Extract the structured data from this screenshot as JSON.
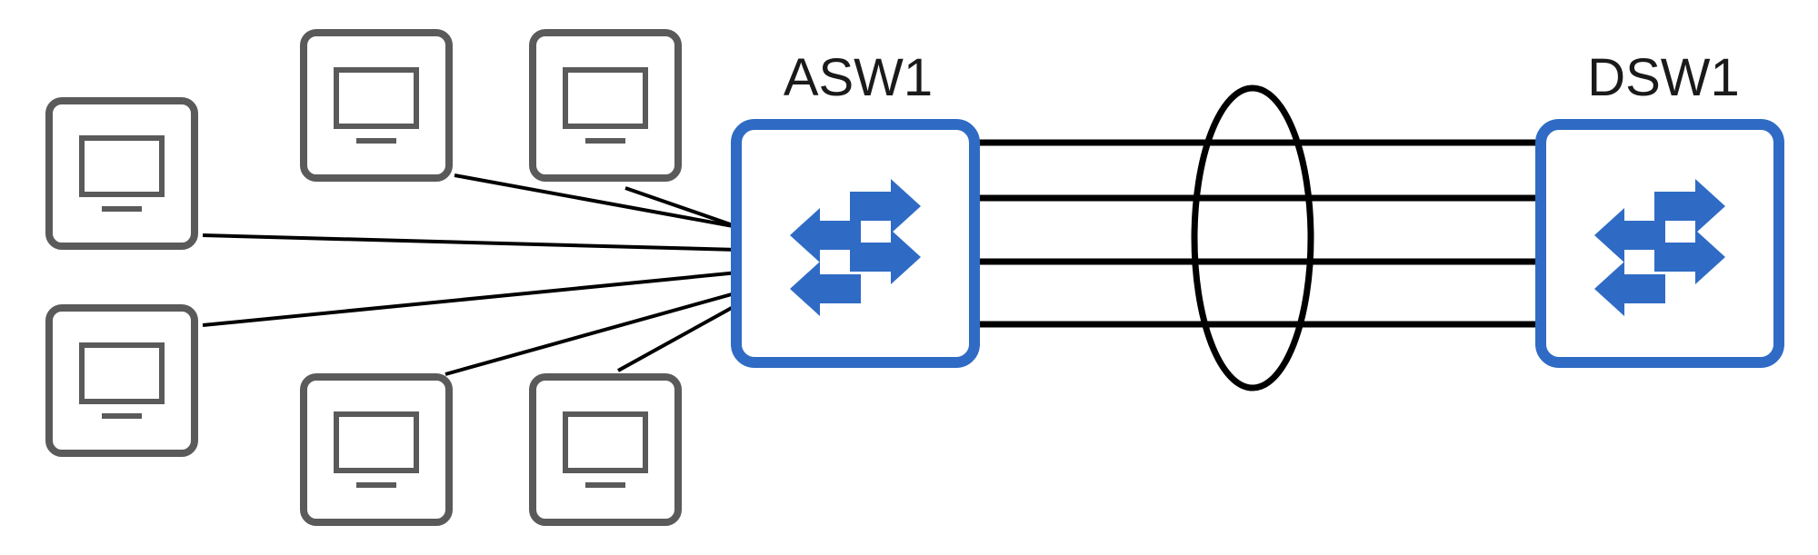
{
  "switches": {
    "access": {
      "label": "ASW1"
    },
    "distribution": {
      "label": "DSW1"
    }
  },
  "hosts": [
    {
      "icon": "pc-monitor-icon"
    },
    {
      "icon": "pc-monitor-icon"
    },
    {
      "icon": "pc-monitor-icon"
    },
    {
      "icon": "pc-monitor-icon"
    },
    {
      "icon": "pc-monitor-icon"
    },
    {
      "icon": "pc-monitor-icon"
    }
  ],
  "etherchannel": {
    "member_links": 4,
    "icon": "etherchannel-ellipse"
  },
  "colors": {
    "switch_blue": "#2f6bc4",
    "host_gray": "#5a5a5a",
    "link_black": "#000000"
  }
}
